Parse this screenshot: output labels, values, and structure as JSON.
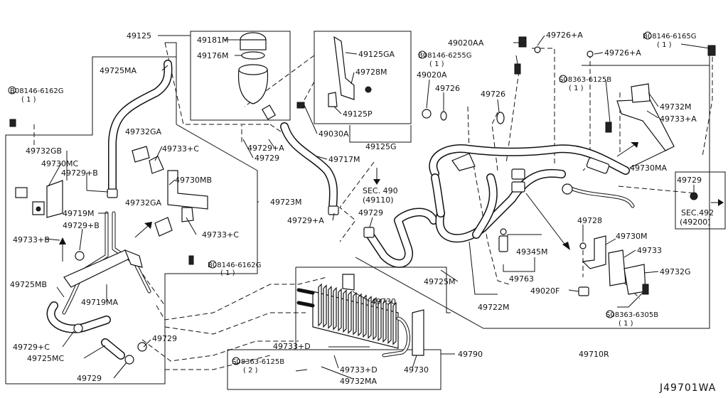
{
  "diagram_ref": "J49701WA",
  "labels": {
    "p49125": "49125",
    "p49181m": "49181M",
    "p49176m": "49176M",
    "p49725ma": "49725MA",
    "bolt_l1": "B08146-6162G",
    "bolt_l1_qty": "( 1 )",
    "p49732ga_1": "49732GA",
    "p49733c_1": "49733+C",
    "p49732gb": "49732GB",
    "p49730mc": "49730MC",
    "p49729b_1": "49729+B",
    "p49730mb": "49730MB",
    "p49719m": "49719M",
    "p49732ga_2": "49732GA",
    "p49729b_2": "49729+B",
    "p49733c_2": "49733+C",
    "p49733b": "49733+B",
    "bolt_l2": "B08146-6162G",
    "bolt_l2_qty": "( 1 )",
    "p49725mb": "49725MB",
    "p49719ma": "49719MA",
    "p49729c": "49729+C",
    "p49725mc": "49725MC",
    "p49729_a": "49729",
    "p49729_b": "49729",
    "p49125ga": "49125GA",
    "p49728m": "49728M",
    "p49125p": "49125P",
    "p49030a": "49030A",
    "p49729a_1": "49729+A",
    "p49729_c": "49729",
    "p49717m": "49717M",
    "p49125g": "49125G",
    "sec490": "SEC. 490",
    "sec490_sub": "(49110)",
    "p49723m": "49723M",
    "p49729a_2": "49729+A",
    "p49729_d": "49729",
    "p49020aa": "49020AA",
    "p49726a_1": "49726+A",
    "bolt_r1": "B08146-6165G",
    "bolt_r1_qty": "( 1 )",
    "p49726a_2": "49726+A",
    "bolt_r2": "B08146-6255G",
    "bolt_r2_qty": "( 1 )",
    "screw_r1": "S08363-6125B",
    "screw_r1_qty": "( 1 )",
    "p49020a": "49020A",
    "p49726_1": "49726",
    "p49726_2": "49726",
    "p49732m": "49732M",
    "p49733a": "49733+A",
    "p49730ma": "49730MA",
    "p49729_e": "49729",
    "sec492": "SEC.492",
    "sec492_sub": "(49200)",
    "p49728": "49728",
    "p49730m": "49730M",
    "p49733": "49733",
    "p49345m": "49345M",
    "p49732g": "49732G",
    "p49763": "49763",
    "p49725m": "49725M",
    "p49020f": "49020F",
    "p49722m": "49722M",
    "screw_r2": "S08363-6305B",
    "screw_r2_qty": "( 1 )",
    "p49730_1": "49730",
    "p49790": "49790",
    "p49710r": "49710R",
    "p49733d_1": "49733+D",
    "screw_b": "S08363-6125B",
    "screw_b_qty": "( 2 )",
    "p49733d_2": "49733+D",
    "p49730_2": "49730",
    "p49732ma": "49732MA"
  }
}
